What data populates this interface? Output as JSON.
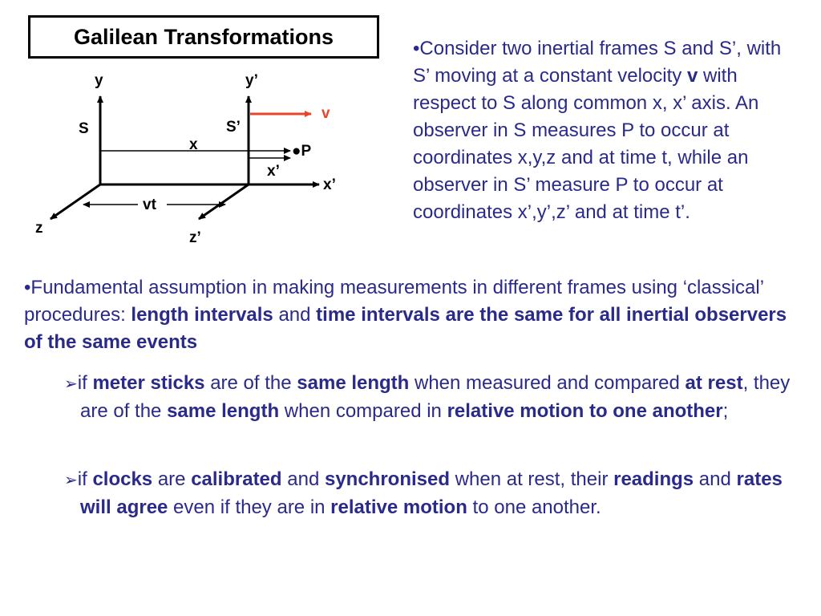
{
  "title": "Galilean Transformations",
  "diagram": {
    "frame_s": {
      "label": "S",
      "x_axis": "x",
      "y_axis": "y",
      "z_axis": "z"
    },
    "frame_s_prime": {
      "label": "S’",
      "x_axis": "x’",
      "y_axis": "y’",
      "z_axis": "z’"
    },
    "velocity_label": "v",
    "point_label": "●P",
    "x_label": "x",
    "x_prime_label": "x’",
    "vt_label": "vt",
    "colors": {
      "velocity": "#e8452d",
      "axes": "#000000",
      "text": "#2a2a8a"
    }
  },
  "intro": {
    "part1": "•Consider two inertial frames S and S’, with S’ moving at a constant velocity ",
    "bold_v": "v",
    "part2": " with respect to S along common x, x’ axis. An observer in S measures P to occur at coordinates x,y,z and at time t, while an observer in S’ measure P to occur at coordinates x’,y’,z’ and at time t’."
  },
  "assumption": {
    "part1": "•Fundamental assumption in making measurements in different frames using ‘classical’ procedures: ",
    "bold1": "length intervals",
    "part2": " and ",
    "bold2": "time intervals are the same for all inertial observers of the same events"
  },
  "point1": {
    "bullet": "➢",
    "t1": "if ",
    "b1": "meter sticks",
    "t2": " are of the ",
    "b2": "same length",
    "t3": " when measured and compared ",
    "b3": "at rest",
    "t4": ", they are of the ",
    "b4": "same length",
    "t5": " when compared in ",
    "b5": "relative motion to one another",
    "t6": ";"
  },
  "point2": {
    "bullet": "➢",
    "t1": "if ",
    "b1": "clocks",
    "t2": " are ",
    "b2": "calibrated",
    "t3": " and ",
    "b3": "synchronised",
    "t4": " when at rest, their ",
    "b4": "readings",
    "t5": " and ",
    "b5": "rates will agree",
    "t6": " even if they are in ",
    "b6": "relative motion",
    "t7": " to one another."
  }
}
